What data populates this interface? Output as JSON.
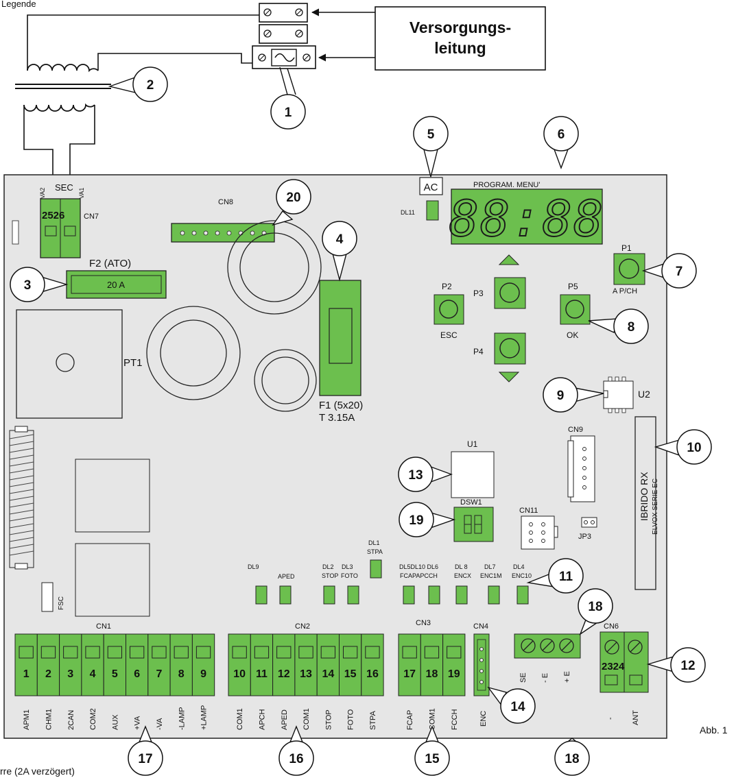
{
  "colors": {
    "board": "#e6e6e6",
    "green": "#6cbf4e",
    "dark_green": "#2f7f2a",
    "outline": "#222222",
    "display_bg": "#6cbf4e"
  },
  "top_left_label": "Legende",
  "supply_label": [
    "Versorgungs-",
    "leitung"
  ],
  "footer_note": "rre (2A verzögert)",
  "figure_label": "Abb. 1",
  "callouts": [
    "1",
    "2",
    "3",
    "4",
    "5",
    "6",
    "7",
    "8",
    "9",
    "10",
    "11",
    "12",
    "13",
    "14",
    "15",
    "16",
    "17",
    "18",
    "18",
    "19",
    "20"
  ],
  "labels": {
    "sec": "SEC",
    "va2": "VA2",
    "va1": "VA1",
    "cn7": "CN7",
    "cn7_pins": "2526",
    "cn8": "CN8",
    "f2": "F2 (ATO)",
    "f2_value": "20 A",
    "pt1": "PT1",
    "f1": "F1 (5x20)",
    "f1_value": "T 3.15A",
    "ac": "AC",
    "dl11": "DL11",
    "program_menu": "PROGRAM. MENU'",
    "display_digits": "88:88",
    "p1": "P1",
    "p2": "P2",
    "p3": "P3",
    "p4": "P4",
    "p5": "P5",
    "esc": "ESC",
    "ok": "OK",
    "apch": "A P/CH",
    "u2": "U2",
    "u1": "U1",
    "cn9": "CN9",
    "cn11": "CN11",
    "jp3": "JP3",
    "ibrido": "IBRIDO RX",
    "elvox": "ELVOX SERIE EC",
    "dsw1": "DSW1",
    "fsc": "FSC",
    "cn1": "CN1",
    "cn2": "CN2",
    "cn3": "CN3",
    "cn4": "CN4",
    "cn6": "CN6",
    "cn6_pins": "2324",
    "enc": "ENC",
    "ant_minus": "-",
    "ant": "ANT"
  },
  "leds": [
    {
      "top": "DL9",
      "bottom": ""
    },
    {
      "top": "",
      "bottom": "APED"
    },
    {
      "top": "DL2",
      "bottom": "STOP"
    },
    {
      "top": "DL3",
      "bottom": "FOTO"
    },
    {
      "top": "DL1",
      "bottom": "STPA"
    },
    {
      "top": "DL5DL10 DL6",
      "bottom": "FCAPAPCCH"
    },
    {
      "top": "DL 8",
      "bottom": "ENCX"
    },
    {
      "top": "DL7",
      "bottom": "ENC1M"
    },
    {
      "top": "DL4",
      "bottom": "ENC10"
    }
  ],
  "cn1_terminals": [
    {
      "num": "1",
      "label": "APM1"
    },
    {
      "num": "2",
      "label": "CHM1"
    },
    {
      "num": "3",
      "label": "2CAN"
    },
    {
      "num": "4",
      "label": "COM2"
    },
    {
      "num": "5",
      "label": "AUX"
    },
    {
      "num": "6",
      "label": "+VA"
    },
    {
      "num": "7",
      "label": "-VA"
    },
    {
      "num": "8",
      "label": "-LAMP"
    },
    {
      "num": "9",
      "label": "+LAMP"
    }
  ],
  "cn2_terminals": [
    {
      "num": "10",
      "label": "COM1"
    },
    {
      "num": "11",
      "label": "APCH"
    },
    {
      "num": "12",
      "label": "APED"
    },
    {
      "num": "13",
      "label": "COM1"
    },
    {
      "num": "14",
      "label": "STOP"
    },
    {
      "num": "15",
      "label": "FOTO"
    },
    {
      "num": "16",
      "label": "STPA"
    }
  ],
  "cn3_terminals": [
    {
      "num": "17",
      "label": "FCAP"
    },
    {
      "num": "18",
      "label": "COM1"
    },
    {
      "num": "19",
      "label": "FCCH"
    }
  ],
  "screw_terminal_labels": [
    "SE",
    "- E",
    "+ E"
  ]
}
